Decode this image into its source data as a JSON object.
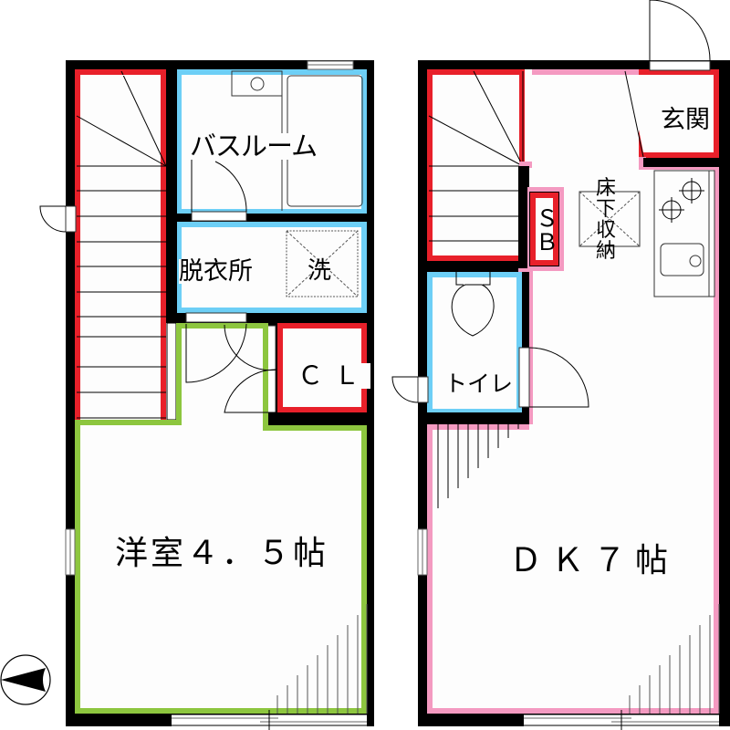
{
  "floorplan": {
    "colors": {
      "wall": "#000000",
      "stairs_closet_outline": "#e8202a",
      "wet_area_outline": "#6dcff6",
      "western_room_outline": "#8dc63f",
      "dk_outline": "#f49ac1",
      "background": "#fdfdfd"
    },
    "left_floor": {
      "rooms": {
        "bathroom": "バスルーム",
        "dressing_room": "脱衣所",
        "washer": "洗",
        "closet": "ＣＬ",
        "western_room": "洋室４．５帖"
      }
    },
    "right_floor": {
      "rooms": {
        "entrance": "玄関",
        "shoe_box": "ＳＢ",
        "underfloor_storage": "床下収納",
        "toilet": "トイレ",
        "dining_kitchen": "ＤＫ７帖"
      }
    },
    "compass": {
      "direction": "west-pointing north arrow"
    }
  }
}
